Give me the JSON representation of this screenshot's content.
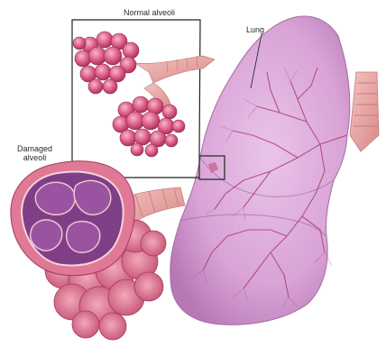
{
  "labels": {
    "normal_alveoli": "Normal alveoli",
    "lung": "Lung",
    "damaged_alveoli_line1": "Damaged",
    "damaged_alveoli_line2": "alveoli"
  },
  "colors": {
    "lung_fill": "#d9a3d6",
    "lung_edge": "#a56aa4",
    "vessel": "#b0457a",
    "alveoli_pink": "#d9557f",
    "damaged_interior": "#7f3f86",
    "bronchus": "#e8a7a4"
  }
}
